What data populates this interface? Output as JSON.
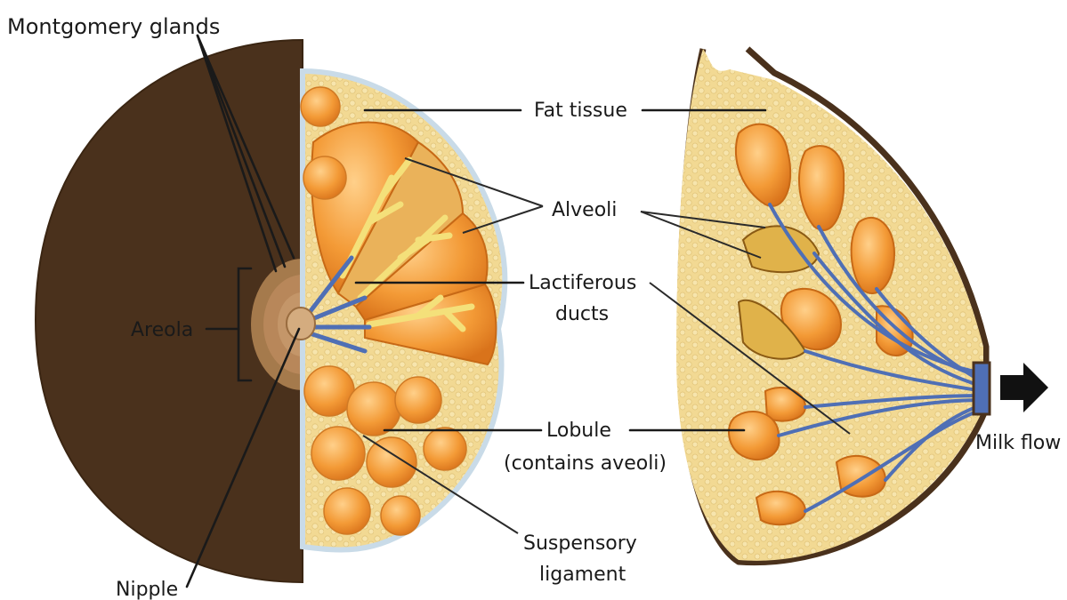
{
  "labels": {
    "montgomery": "Montgomery glands",
    "areola": "Areola",
    "nipple": "Nipple",
    "fat_tissue": "Fat tissue",
    "alveoli": "Alveoli",
    "lactiferous_1": "Lactiferous",
    "lactiferous_2": "ducts",
    "lobule_1": "Lobule",
    "lobule_2": "(contains aveoli)",
    "suspensory_1": "Suspensory",
    "suspensory_2": "ligament",
    "milk_flow": "Milk flow"
  },
  "colors": {
    "skin": "#4a311c",
    "areola": "#b8875a",
    "fat": "#f1d894",
    "lobule": "#f0962e",
    "duct": "#4f6fb5",
    "arrow": "#111111"
  }
}
